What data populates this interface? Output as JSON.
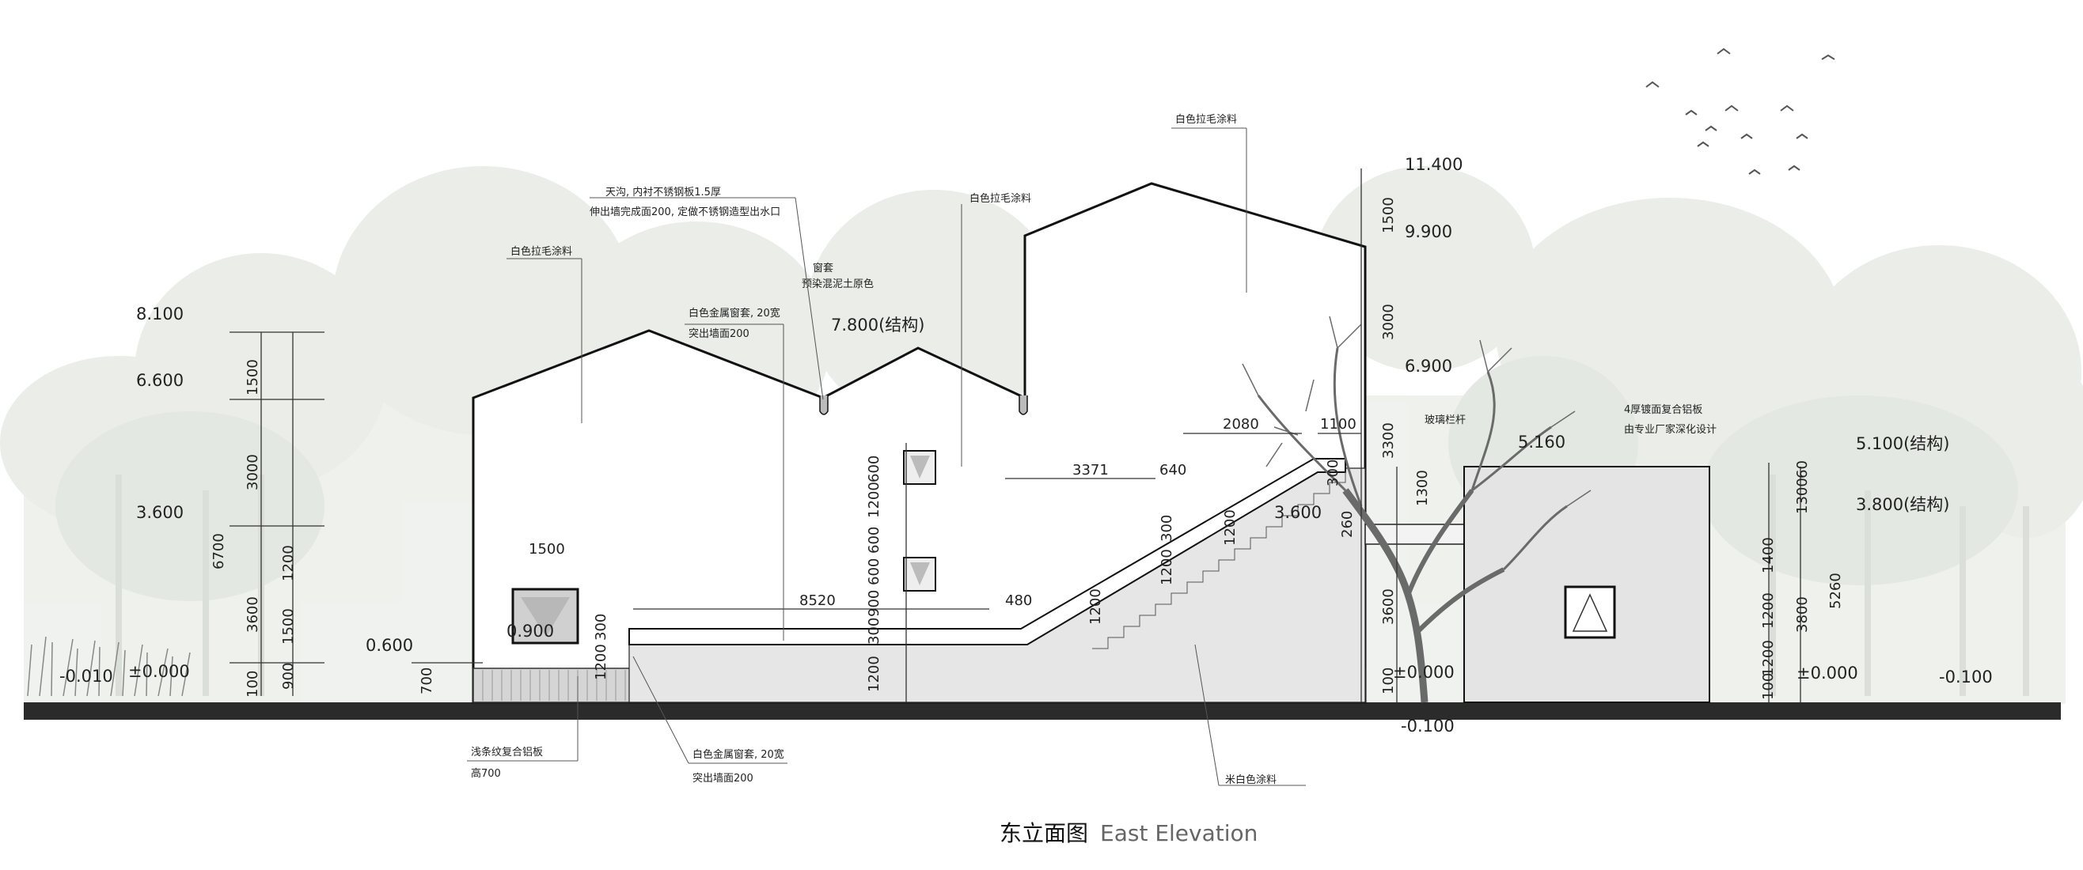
{
  "caption": {
    "cn": "东立面图",
    "en": "East Elevation"
  },
  "levels": {
    "l8100": "8.100",
    "l6600": "6.600",
    "l3600": "3.600",
    "l0600": "0.600",
    "lm0010": "-0.010",
    "l0000a": "±0.000",
    "l0900": "0.900",
    "l7800": "7.800(结构)",
    "l11400": "11.400",
    "l9900": "9.900",
    "l6900": "6.900",
    "l3600b": "3.600",
    "l0000b": "±0.000",
    "lm0100a": "-0.100",
    "l5160": "5.160",
    "l5100": "5.100(结构)",
    "l3800": "3.800(结构)",
    "l0000c": "±0.000",
    "lm0100b": "-0.100"
  },
  "dims": {
    "d1500a": "1500",
    "d3000a": "3000",
    "d1200a": "1200",
    "d1500b": "1500",
    "d900a": "900",
    "d100a": "100",
    "d6700": "6700",
    "d3600a": "3600",
    "d1500w": "1500",
    "d700": "700",
    "d1200v": "1200",
    "d300a": "300",
    "d600a": "600",
    "d1200b": "1200",
    "d600b": "600",
    "d600c": "600",
    "d900b": "900",
    "d300b": "300",
    "d1200c": "1200",
    "d8520": "8520",
    "d480": "480",
    "d3371": "3371",
    "d640": "640",
    "d2080": "2080",
    "d1100": "1100",
    "d1200s1": "1200",
    "d1200s2": "1200",
    "d300s": "300",
    "d1200s3": "1200",
    "d300t": "300",
    "d260": "260",
    "d1500r": "1500",
    "d3000r": "3000",
    "d3300": "3300",
    "d1300a": "1300",
    "d3600r": "3600",
    "d100r": "100",
    "d1300b": "1300",
    "d60": "60",
    "d1400": "1400",
    "d1200e1": "1200",
    "d1200e2": "1200",
    "d100e": "100",
    "d3800": "3800",
    "d5260": "5260"
  },
  "notes": {
    "n_left_roof": "白色拉毛涂料",
    "n_gutter1": "天沟, 内衬不锈钢板1.5厚",
    "n_gutter2": "伸出墙完成面200, 定做不锈钢造型出水口",
    "n_frame1": "白色金属窗套, 20宽",
    "n_frame2": "突出墙面200",
    "n_sill1": "窗套",
    "n_sill2": "预染混泥土原色",
    "n_mid_roof": "白色拉毛涂料",
    "n_top_roof": "白色拉毛涂料",
    "n_rail": "玻璃栏杆",
    "n_annex1": "4厚镀面复合铝板",
    "n_annex2": "由专业厂家深化设计",
    "n_base1": "浅条纹复合铝板",
    "n_base2": "高700",
    "n_frame3": "白色金属窗套, 20宽",
    "n_frame4": "突出墙面200",
    "n_wall": "米白色涂料"
  }
}
